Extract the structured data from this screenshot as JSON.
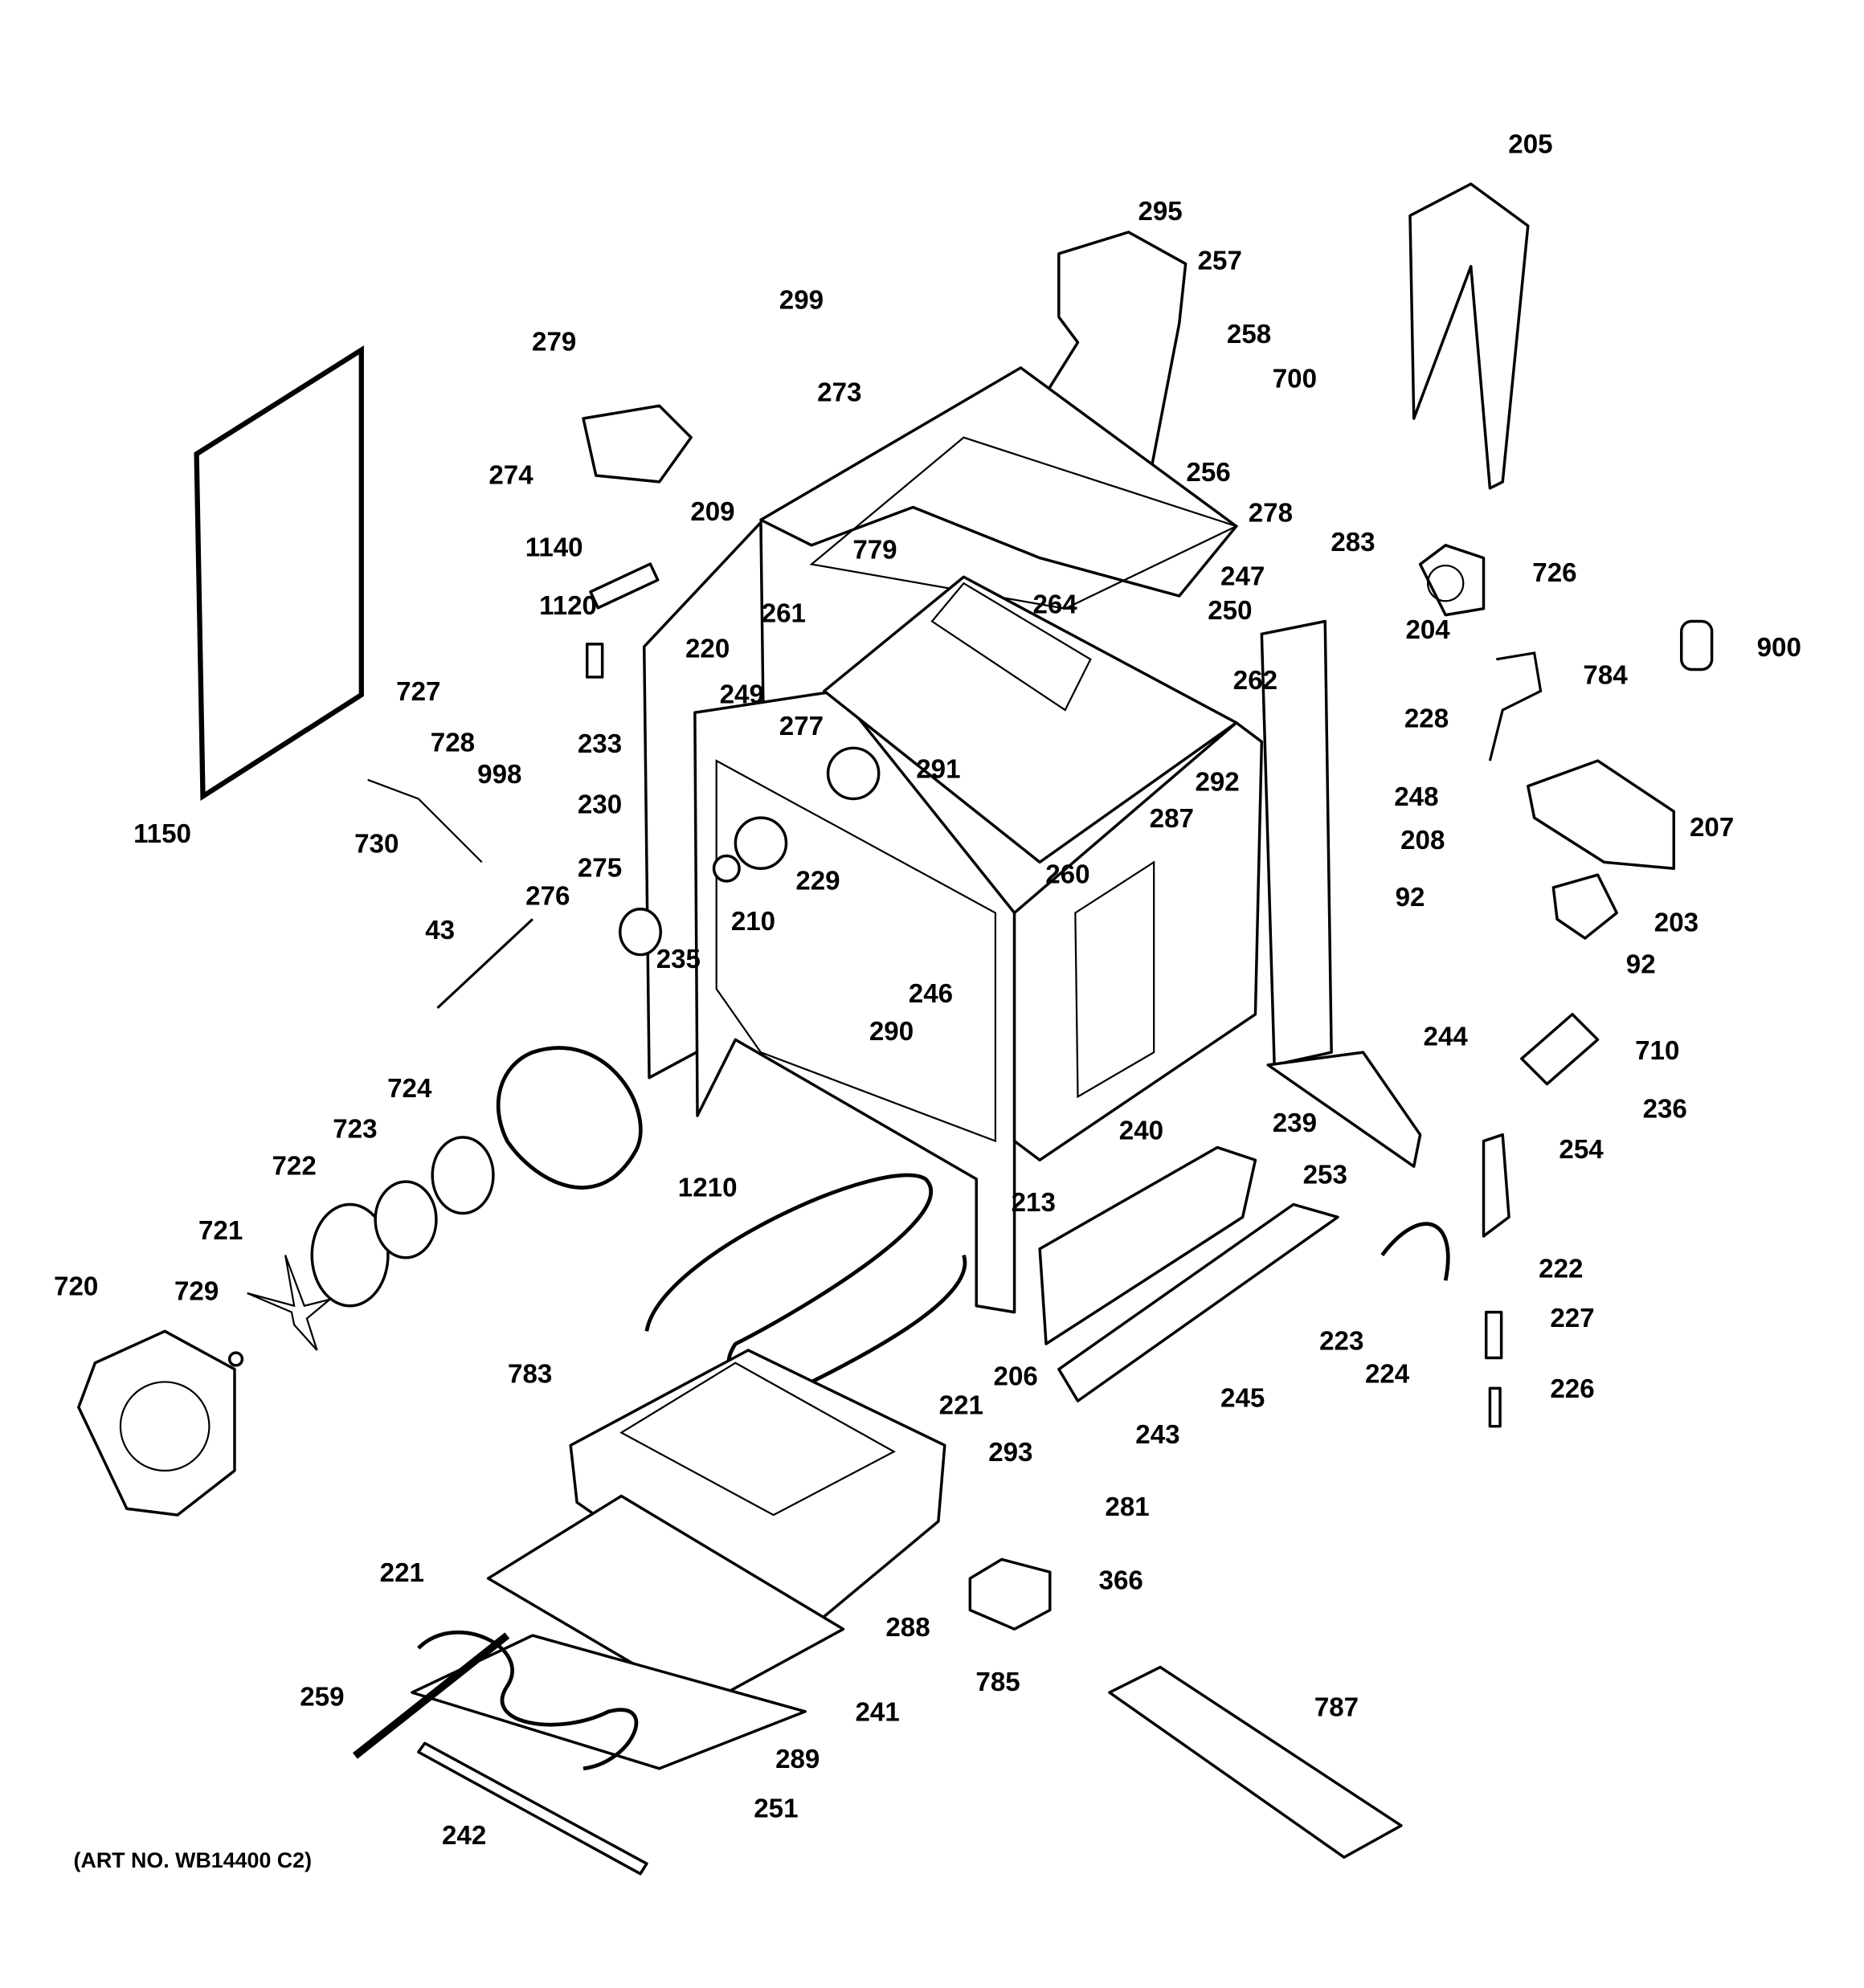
{
  "diagram": {
    "type": "exploded parts diagram",
    "caption": "(ART NO. WB14400 C2)",
    "labels": [
      "205",
      "295",
      "257",
      "299",
      "258",
      "700",
      "279",
      "273",
      "256",
      "274",
      "278",
      "209",
      "779",
      "1140",
      "283",
      "726",
      "264",
      "247",
      "1120",
      "261",
      "250",
      "204",
      "900",
      "220",
      "784",
      "262",
      "727",
      "228",
      "249",
      "277",
      "728",
      "998",
      "233",
      "291",
      "292",
      "248",
      "1150",
      "730",
      "230",
      "287",
      "207",
      "208",
      "229",
      "260",
      "275",
      "92",
      "203",
      "276",
      "43",
      "210",
      "235",
      "246",
      "92",
      "290",
      "244",
      "710",
      "724",
      "239",
      "236",
      "240",
      "723",
      "254",
      "722",
      "253",
      "1210",
      "213",
      "721",
      "222",
      "720",
      "729",
      "227",
      "223",
      "224",
      "206",
      "783",
      "221",
      "245",
      "226",
      "243",
      "293",
      "281",
      "366",
      "221",
      "288",
      "785",
      "259",
      "787",
      "241",
      "289",
      "251",
      "242"
    ]
  }
}
